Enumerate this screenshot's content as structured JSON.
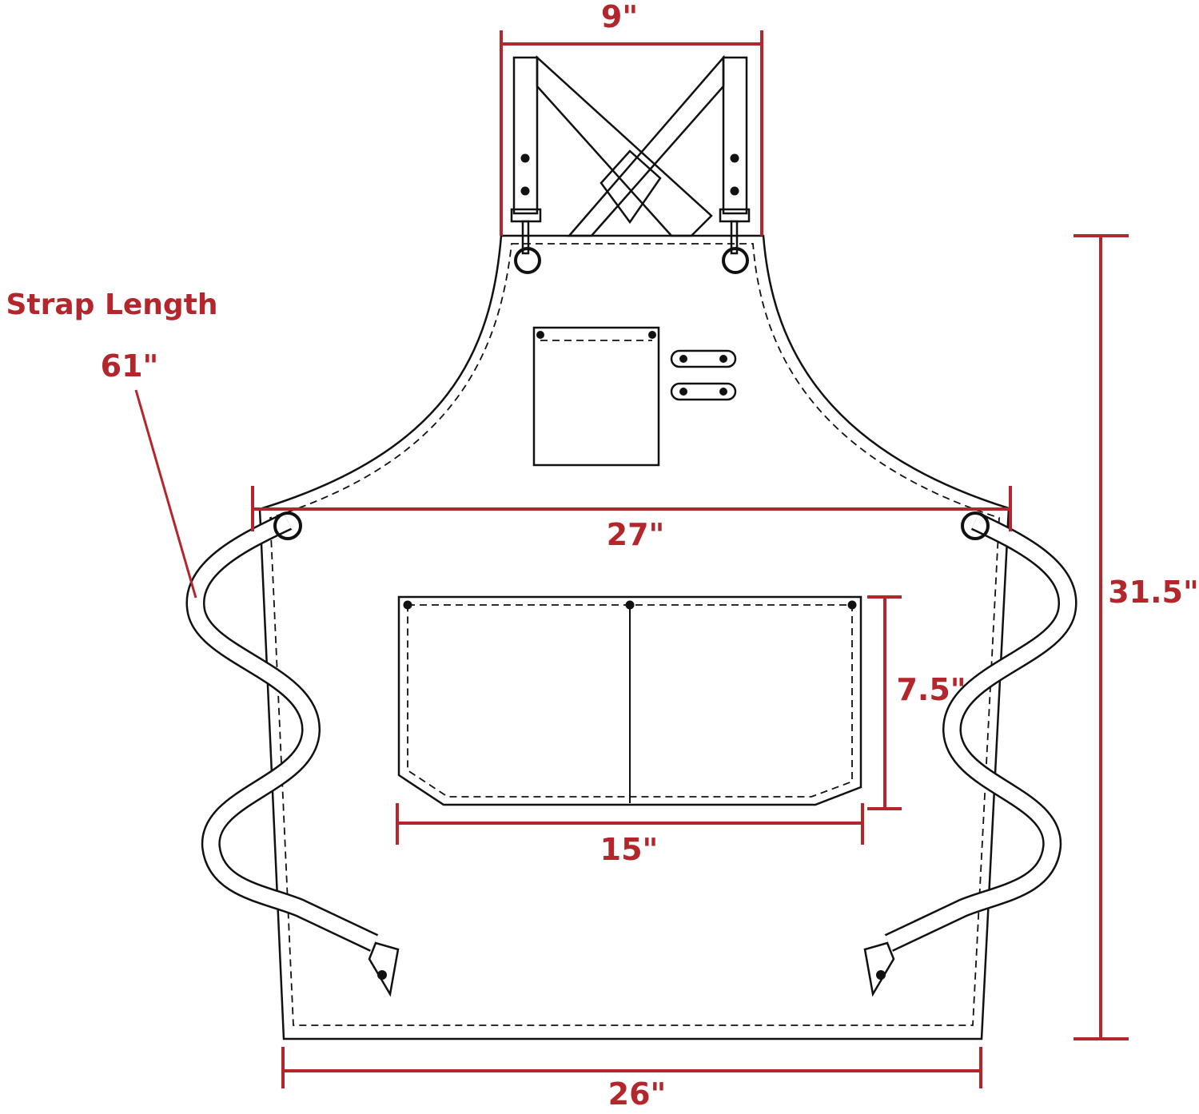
{
  "diagram": {
    "subject": "apron",
    "colors": {
      "dimension": "#b3262b",
      "outline": "#111111"
    },
    "labels": {
      "neck_width": "9\"",
      "chest_width": "27\"",
      "total_length": "31.5\"",
      "pocket_height": "7.5\"",
      "pocket_width": "15\"",
      "bottom_width": "26\"",
      "strap_title": "Strap Length",
      "strap_length": "61\""
    }
  }
}
